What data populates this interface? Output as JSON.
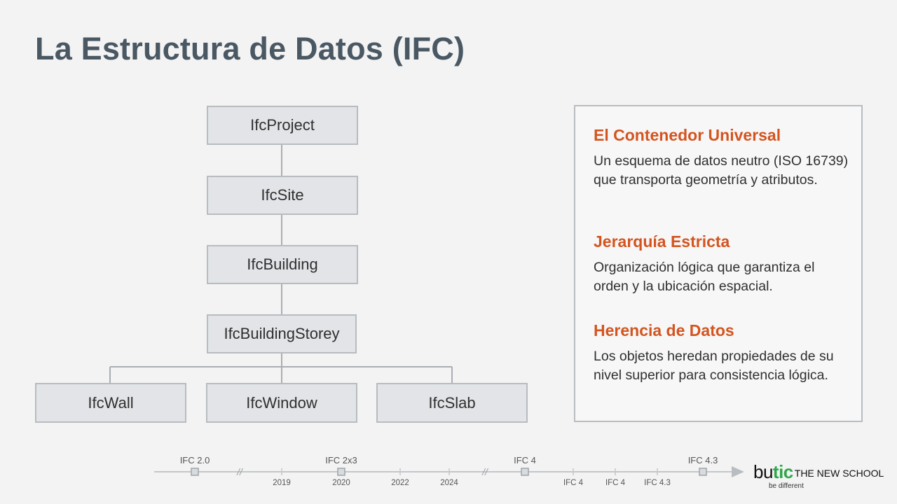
{
  "title": "La Estructura de Datos (IFC)",
  "hierarchy": {
    "nodes": {
      "project": "IfcProject",
      "site": "IfcSite",
      "building": "IfcBuilding",
      "storey": "IfcBuildingStorey",
      "wall": "IfcWall",
      "window": "IfcWindow",
      "slab": "IfcSlab"
    }
  },
  "panel": {
    "items": [
      {
        "heading": "El Contenedor Universal",
        "text": "Un esquema de datos neutro (ISO 16739) que transporta geometría y atributos."
      },
      {
        "heading": "Jerarquía Estricta",
        "text": "Organización lógica que garantiza el orden y la ubicación espacial."
      },
      {
        "heading": "Herencia de Datos",
        "text": "Los objetos heredan propiedades de su nivel superior para consistencia lógica."
      }
    ]
  },
  "timeline": {
    "versions": [
      "IFC 2.0",
      "IFC 2x3",
      "IFC 4",
      "IFC 4.3"
    ],
    "years": [
      "2019",
      "2020",
      "2022",
      "2024"
    ],
    "releases": [
      "IFC 4",
      "IFC 4",
      "IFC 4.3"
    ],
    "break_mark": "//"
  },
  "logo": {
    "bu": "bu",
    "tic": "tic",
    "school": "THE NEW SCHOOL",
    "tagline": "be different"
  },
  "colors": {
    "title": "#4a5863",
    "heading_accent": "#d4541f",
    "node_fill": "#e2e4e7",
    "node_border": "#b7bcc1",
    "logo_green": "#2ea74b"
  }
}
